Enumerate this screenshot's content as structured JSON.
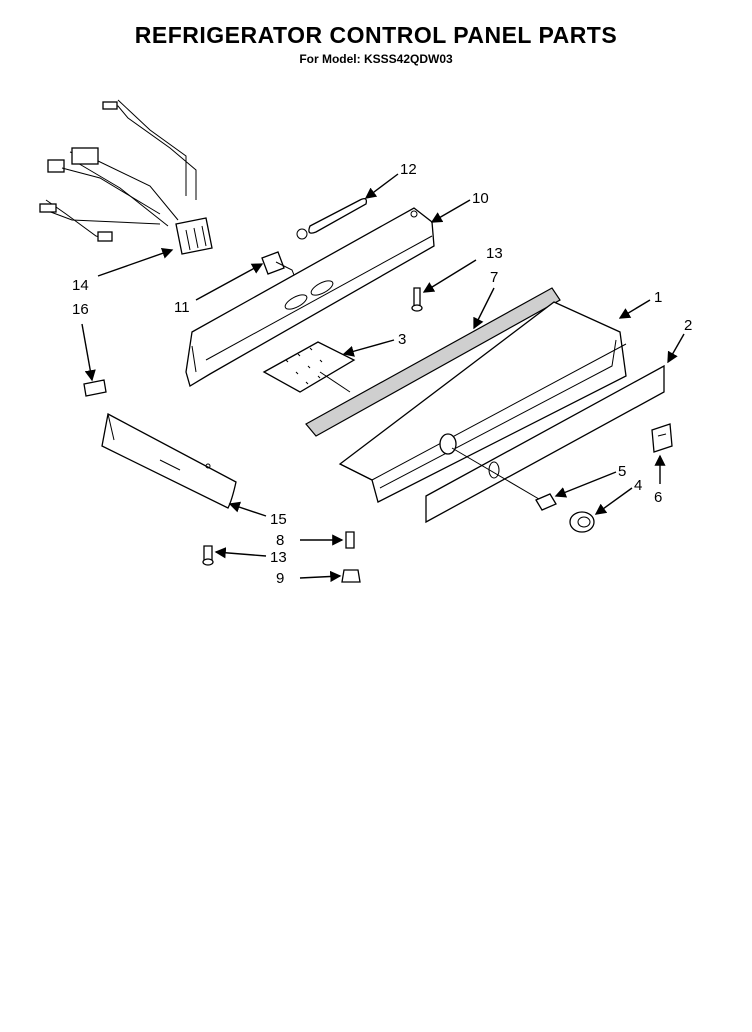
{
  "title": "REFRIGERATOR CONTROL PANEL PARTS",
  "subtitle": "For Model: KSSS42QDW03",
  "callouts": [
    {
      "id": "c1",
      "label": "1"
    },
    {
      "id": "c2",
      "label": "2"
    },
    {
      "id": "c3",
      "label": "3"
    },
    {
      "id": "c4",
      "label": "4"
    },
    {
      "id": "c5",
      "label": "5"
    },
    {
      "id": "c6",
      "label": "6"
    },
    {
      "id": "c7",
      "label": "7"
    },
    {
      "id": "c8",
      "label": "8"
    },
    {
      "id": "c9",
      "label": "9"
    },
    {
      "id": "c10",
      "label": "10"
    },
    {
      "id": "c11",
      "label": "11"
    },
    {
      "id": "c12",
      "label": "12"
    },
    {
      "id": "c13a",
      "label": "13"
    },
    {
      "id": "c13b",
      "label": "13"
    },
    {
      "id": "c14",
      "label": "14"
    },
    {
      "id": "c15",
      "label": "15"
    },
    {
      "id": "c16",
      "label": "16"
    }
  ]
}
